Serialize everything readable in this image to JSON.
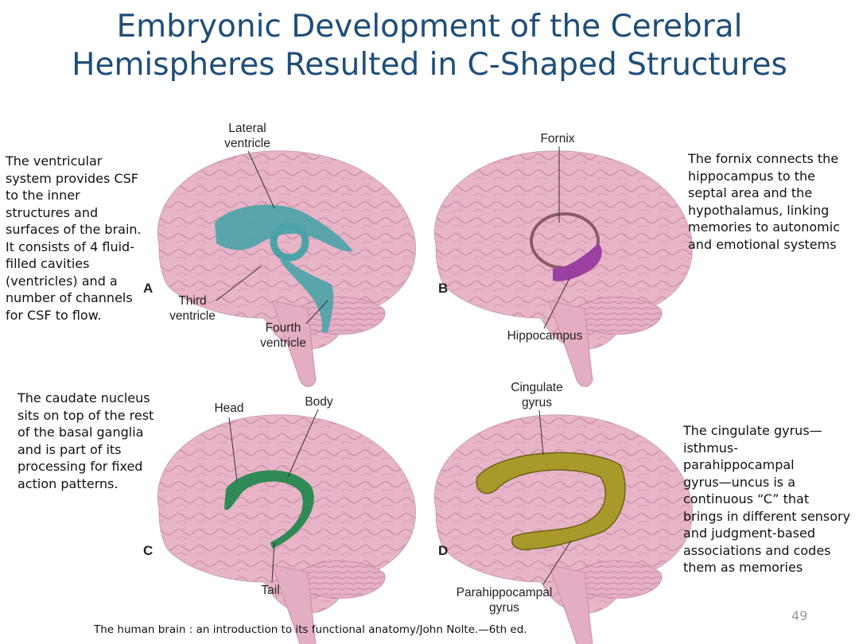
{
  "title": {
    "line1": "Embryonic Development of the Cerebral",
    "line2": "Hemispheres Resulted in C-Shaped Structures"
  },
  "notes": {
    "ventricular": [
      "The ventricular",
      "system provides CSF",
      "to the inner",
      "structures and",
      "surfaces of the brain.",
      "It consists of 4 fluid-",
      "filled cavities",
      "(ventricles) and a",
      "number of channels",
      "for CSF to flow."
    ],
    "fornix": [
      "The fornix connects the",
      "hippocampus to the",
      "septal area and the",
      "hypothalamus, linking",
      "memories to autonomic",
      "and emotional systems"
    ],
    "caudate": [
      "The caudate nucleus",
      "sits on top of the rest",
      "of the basal ganglia",
      "and is part of its",
      "processing for fixed",
      "action patterns."
    ],
    "cingulate": [
      "The cingulate gyrus—",
      "isthmus-",
      "parahippocampal",
      "gyrus—uncus is a",
      "continuous “C” that",
      "brings in different sensory",
      "and judgment-based",
      "associations and codes",
      "them as memories"
    ]
  },
  "figure_labels": {
    "lateral_ventricle": [
      "Lateral",
      "ventricle"
    ],
    "third_ventricle": [
      "Third",
      "ventricle"
    ],
    "fourth_ventricle": [
      "Fourth",
      "ventricle"
    ],
    "fornix": [
      "Fornix"
    ],
    "hippocampus": [
      "Hippocampus"
    ],
    "head": [
      "Head"
    ],
    "body": [
      "Body"
    ],
    "tail": [
      "Tail"
    ],
    "cingulate_gyrus": [
      "Cingulate",
      "gyrus"
    ],
    "parahippocampal_gyrus": [
      "Parahippocampal",
      "gyrus"
    ]
  },
  "panels": {
    "a": "A",
    "b": "B",
    "c": "C",
    "d": "D"
  },
  "colors": {
    "title": "#1f4e79",
    "brain": "#e8b4c8",
    "ventricles": "#4aa3a8",
    "hippocampus": "#9b3fa0",
    "caudate": "#2f8a55",
    "cingulate": "#a89a2a"
  },
  "footer": "The human brain : an introduction to its functional anatomy/John Nolte.—6th ed.",
  "page_number": "49"
}
